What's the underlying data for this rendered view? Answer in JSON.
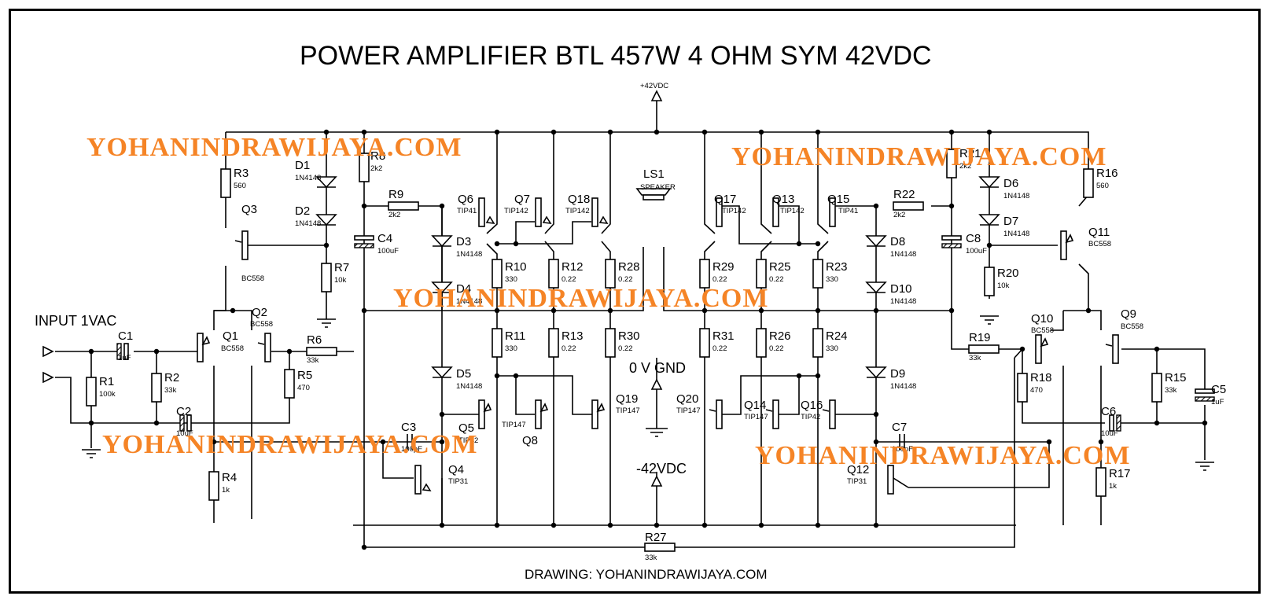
{
  "title": "POWER AMPLIFIER BTL 457W 4 OHM SYM 42VDC",
  "footer": "DRAWING: YOHANINDRAWIJAYA.COM",
  "watermark": "YOHANINDRAWIJAYA.COM",
  "watermark_color": "#f58426",
  "rails": {
    "positive": "+42VDC",
    "negative": "-42VDC",
    "ground": "0 V GND"
  },
  "input_label": "INPUT 1VAC",
  "speaker": {
    "ref": "LS1",
    "type": "SPEAKER"
  },
  "components": {
    "R1": {
      "ref": "R1",
      "value": "100k"
    },
    "R2": {
      "ref": "R2",
      "value": "33k"
    },
    "R3": {
      "ref": "R3",
      "value": "560"
    },
    "R4": {
      "ref": "R4",
      "value": "1k"
    },
    "R5": {
      "ref": "R5",
      "value": "470"
    },
    "R6": {
      "ref": "R6",
      "value": "33k"
    },
    "R7": {
      "ref": "R7",
      "value": "10k"
    },
    "R8": {
      "ref": "R8",
      "value": "2k2"
    },
    "R9": {
      "ref": "R9",
      "value": "2k2"
    },
    "R10": {
      "ref": "R10",
      "value": "330"
    },
    "R11": {
      "ref": "R11",
      "value": "330"
    },
    "R12": {
      "ref": "R12",
      "value": "0.22"
    },
    "R13": {
      "ref": "R13",
      "value": "0.22"
    },
    "R15": {
      "ref": "R15",
      "value": "33k"
    },
    "R16": {
      "ref": "R16",
      "value": "560"
    },
    "R17": {
      "ref": "R17",
      "value": "1k"
    },
    "R18": {
      "ref": "R18",
      "value": "470"
    },
    "R19": {
      "ref": "R19",
      "value": "33k"
    },
    "R20": {
      "ref": "R20",
      "value": "10k"
    },
    "R21": {
      "ref": "R21",
      "value": "2k2"
    },
    "R22": {
      "ref": "R22",
      "value": "2k2"
    },
    "R23": {
      "ref": "R23",
      "value": "330"
    },
    "R24": {
      "ref": "R24",
      "value": "330"
    },
    "R25": {
      "ref": "R25",
      "value": "0.22"
    },
    "R26": {
      "ref": "R26",
      "value": "0.22"
    },
    "R27": {
      "ref": "R27",
      "value": "33k"
    },
    "R28": {
      "ref": "R28",
      "value": "0.22"
    },
    "R29": {
      "ref": "R29",
      "value": "0.22"
    },
    "R30": {
      "ref": "R30",
      "value": "0.22"
    },
    "R31": {
      "ref": "R31",
      "value": "0.22"
    },
    "C1": {
      "ref": "C1",
      "value": "1uF"
    },
    "C2": {
      "ref": "C2",
      "value": "10uF"
    },
    "C3": {
      "ref": "C3",
      "value": "100pF"
    },
    "C4": {
      "ref": "C4",
      "value": "100uF"
    },
    "C5": {
      "ref": "C5",
      "value": "1uF"
    },
    "C6": {
      "ref": "C6",
      "value": "10uF"
    },
    "C7": {
      "ref": "C7",
      "value": "100pF"
    },
    "C8": {
      "ref": "C8",
      "value": "100uF"
    },
    "D1": {
      "ref": "D1",
      "value": "1N4148"
    },
    "D2": {
      "ref": "D2",
      "value": "1N4148"
    },
    "D3": {
      "ref": "D3",
      "value": "1N4148"
    },
    "D4": {
      "ref": "D4",
      "value": "1N4148"
    },
    "D5": {
      "ref": "D5",
      "value": "1N4148"
    },
    "D6": {
      "ref": "D6",
      "value": "1N4148"
    },
    "D7": {
      "ref": "D7",
      "value": "1N4148"
    },
    "D8": {
      "ref": "D8",
      "value": "1N4148"
    },
    "D9": {
      "ref": "D9",
      "value": "1N4148"
    },
    "D10": {
      "ref": "D10",
      "value": "1N4148"
    },
    "Q1": {
      "ref": "Q1",
      "value": "BC558"
    },
    "Q2": {
      "ref": "Q2",
      "value": "BC558"
    },
    "Q3": {
      "ref": "Q3",
      "value": "BC558"
    },
    "Q4": {
      "ref": "Q4",
      "value": "TIP31"
    },
    "Q5": {
      "ref": "Q5",
      "value": "TIP42"
    },
    "Q6": {
      "ref": "Q6",
      "value": "TIP41"
    },
    "Q7": {
      "ref": "Q7",
      "value": "TIP142"
    },
    "Q8": {
      "ref": "Q8",
      "value": "TIP147"
    },
    "Q9": {
      "ref": "Q9",
      "value": "BC558"
    },
    "Q10": {
      "ref": "Q10",
      "value": "BC558"
    },
    "Q11": {
      "ref": "Q11",
      "value": "BC558"
    },
    "Q12": {
      "ref": "Q12",
      "value": "TIP31"
    },
    "Q13": {
      "ref": "Q13",
      "value": "TIP142"
    },
    "Q14": {
      "ref": "Q14",
      "value": "TIP147"
    },
    "Q15": {
      "ref": "Q15",
      "value": "TIP41"
    },
    "Q16": {
      "ref": "Q16",
      "value": "TIP42"
    },
    "Q17": {
      "ref": "Q17",
      "value": "TIP142"
    },
    "Q18": {
      "ref": "Q18",
      "value": "TIP142"
    },
    "Q19": {
      "ref": "Q19",
      "value": "TIP147"
    },
    "Q20": {
      "ref": "Q20",
      "value": "TIP147"
    }
  }
}
